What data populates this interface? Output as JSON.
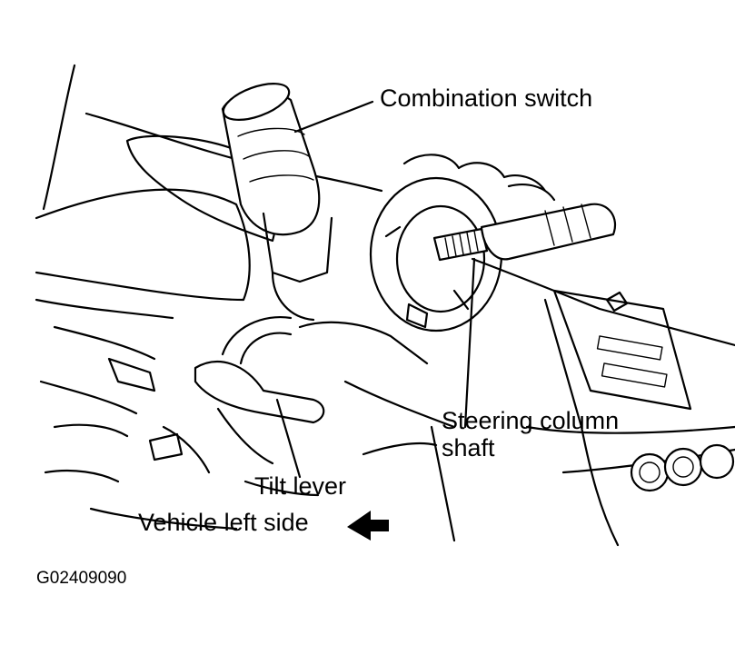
{
  "figure": {
    "labels": {
      "combination_switch": "Combination switch",
      "steering_column_line1": "Steering column",
      "steering_column_line2": "shaft",
      "tilt_lever": "Tilt lever",
      "vehicle_left_side": "Vehicle left side"
    },
    "figure_code": "G02409090"
  }
}
